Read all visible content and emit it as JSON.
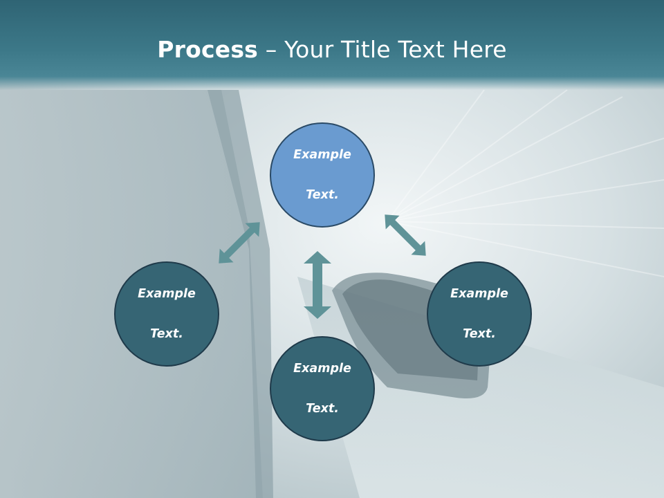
{
  "slide": {
    "title_bold": "Process",
    "title_rest": " – Your Title Text Here"
  },
  "nodes": {
    "top": {
      "line1": "Example",
      "line2": "Text."
    },
    "left": {
      "line1": "Example",
      "line2": "Text."
    },
    "right": {
      "line1": "Example",
      "line2": "Text."
    },
    "bottom": {
      "line1": "Example",
      "line2": "Text."
    }
  },
  "colors": {
    "header": "#3c7888",
    "node_highlight": "#6a9bd0",
    "node_default": "#366574",
    "arrow": "#5f9398"
  }
}
